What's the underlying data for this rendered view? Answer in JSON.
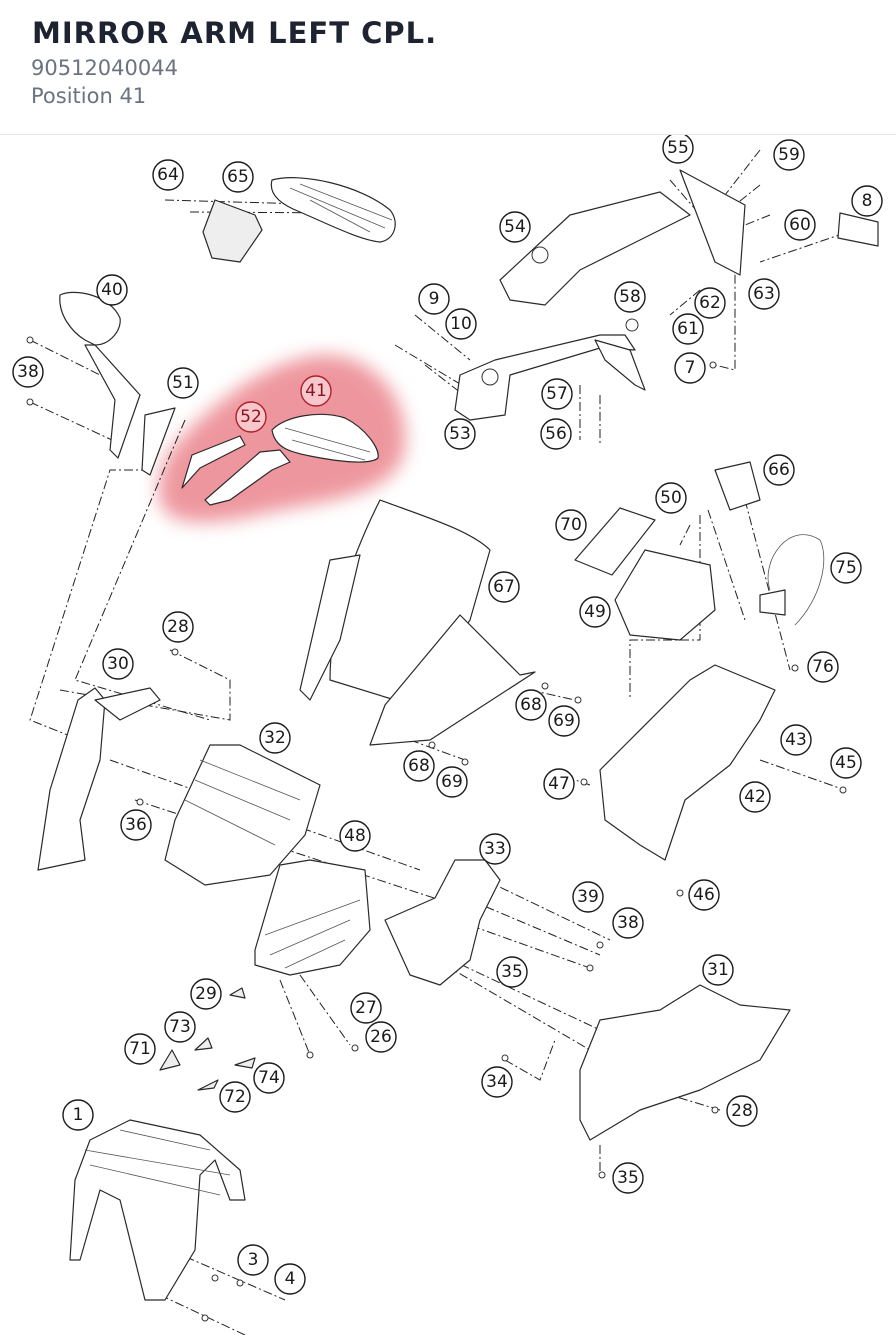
{
  "header": {
    "title": "MIRROR ARM LEFT CPL.",
    "part_number": "90512040044",
    "position": "Position 41"
  },
  "diagram": {
    "highlighted_part": "41",
    "highlight_color": "#e0434f",
    "callouts": [
      {
        "id": "c64",
        "label": "64"
      },
      {
        "id": "c65",
        "label": "65"
      },
      {
        "id": "c55",
        "label": "55"
      },
      {
        "id": "c59",
        "label": "59"
      },
      {
        "id": "c8",
        "label": "8"
      },
      {
        "id": "c54",
        "label": "54"
      },
      {
        "id": "c60",
        "label": "60"
      },
      {
        "id": "c40",
        "label": "40"
      },
      {
        "id": "c9",
        "label": "9"
      },
      {
        "id": "c58",
        "label": "58"
      },
      {
        "id": "c63",
        "label": "63"
      },
      {
        "id": "c62",
        "label": "62"
      },
      {
        "id": "c10",
        "label": "10"
      },
      {
        "id": "c61",
        "label": "61"
      },
      {
        "id": "c38a",
        "label": "38"
      },
      {
        "id": "c7",
        "label": "7"
      },
      {
        "id": "c51",
        "label": "51"
      },
      {
        "id": "c41",
        "label": "41"
      },
      {
        "id": "c57",
        "label": "57"
      },
      {
        "id": "c52",
        "label": "52"
      },
      {
        "id": "c53",
        "label": "53"
      },
      {
        "id": "c56",
        "label": "56"
      },
      {
        "id": "c66",
        "label": "66"
      },
      {
        "id": "c50",
        "label": "50"
      },
      {
        "id": "c70",
        "label": "70"
      },
      {
        "id": "c75",
        "label": "75"
      },
      {
        "id": "c67",
        "label": "67"
      },
      {
        "id": "c49",
        "label": "49"
      },
      {
        "id": "c28a",
        "label": "28"
      },
      {
        "id": "c76",
        "label": "76"
      },
      {
        "id": "c30",
        "label": "30"
      },
      {
        "id": "c68a",
        "label": "68"
      },
      {
        "id": "c69a",
        "label": "69"
      },
      {
        "id": "c32",
        "label": "32"
      },
      {
        "id": "c43",
        "label": "43"
      },
      {
        "id": "c68b",
        "label": "68"
      },
      {
        "id": "c45",
        "label": "45"
      },
      {
        "id": "c69b",
        "label": "69"
      },
      {
        "id": "c47",
        "label": "47"
      },
      {
        "id": "c42",
        "label": "42"
      },
      {
        "id": "c36",
        "label": "36"
      },
      {
        "id": "c48",
        "label": "48"
      },
      {
        "id": "c33",
        "label": "33"
      },
      {
        "id": "c46",
        "label": "46"
      },
      {
        "id": "c39",
        "label": "39"
      },
      {
        "id": "c38b",
        "label": "38"
      },
      {
        "id": "c35a",
        "label": "35"
      },
      {
        "id": "c31",
        "label": "31"
      },
      {
        "id": "c29",
        "label": "29"
      },
      {
        "id": "c27",
        "label": "27"
      },
      {
        "id": "c73",
        "label": "73"
      },
      {
        "id": "c26",
        "label": "26"
      },
      {
        "id": "c71",
        "label": "71"
      },
      {
        "id": "c74",
        "label": "74"
      },
      {
        "id": "c34",
        "label": "34"
      },
      {
        "id": "c72",
        "label": "72"
      },
      {
        "id": "c28b",
        "label": "28"
      },
      {
        "id": "c1",
        "label": "1"
      },
      {
        "id": "c35b",
        "label": "35"
      },
      {
        "id": "c3",
        "label": "3"
      },
      {
        "id": "c4",
        "label": "4"
      }
    ]
  }
}
